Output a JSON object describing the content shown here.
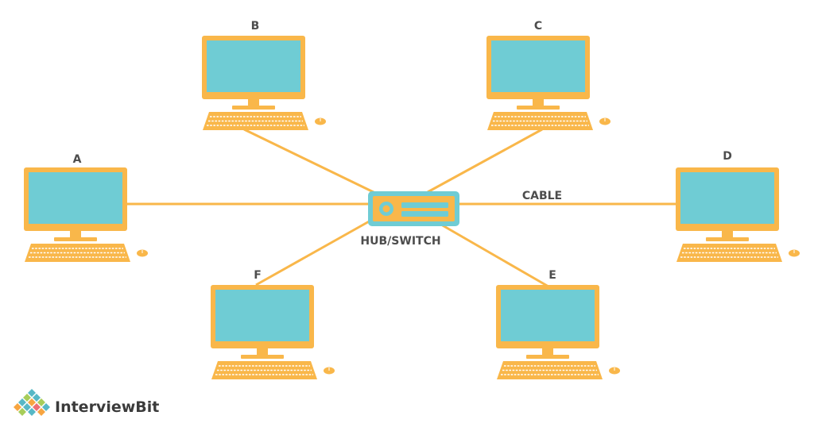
{
  "diagram": {
    "hub_label": "HUB/SWITCH",
    "cable_label": "CABLE",
    "computers": [
      {
        "id": "A",
        "label": "A"
      },
      {
        "id": "B",
        "label": "B"
      },
      {
        "id": "C",
        "label": "C"
      },
      {
        "id": "D",
        "label": "D"
      },
      {
        "id": "E",
        "label": "E"
      },
      {
        "id": "F",
        "label": "F"
      }
    ]
  },
  "brand": {
    "name": "InterviewBit"
  },
  "colors": {
    "frame": "#f9b74a",
    "screen": "#6fccd4",
    "text": "#4d4d4d"
  }
}
